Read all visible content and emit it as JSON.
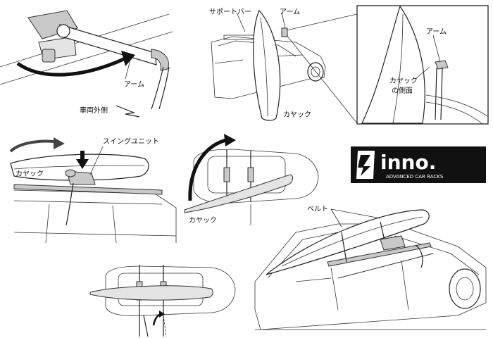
{
  "labels": {
    "arm_panel1": "アーム",
    "outer_side": "車両外側",
    "support_bar": "サポートバー",
    "arm_panel2": "アーム",
    "kayak_panel2": "カヤック",
    "arm_zoom": "アーム",
    "kayak_side_line1": "カヤック",
    "kayak_side_line2": "の側面",
    "swing_unit": "スイングユニット",
    "kayak_panel3": "カヤック",
    "kayak_panel4": "カヤック",
    "belt": "ベルト"
  },
  "logo": {
    "brand": "inno.",
    "tagline": "ADVANCED CAR RACKS",
    "colors": {
      "background": "#111111",
      "text": "#ffffff"
    }
  }
}
